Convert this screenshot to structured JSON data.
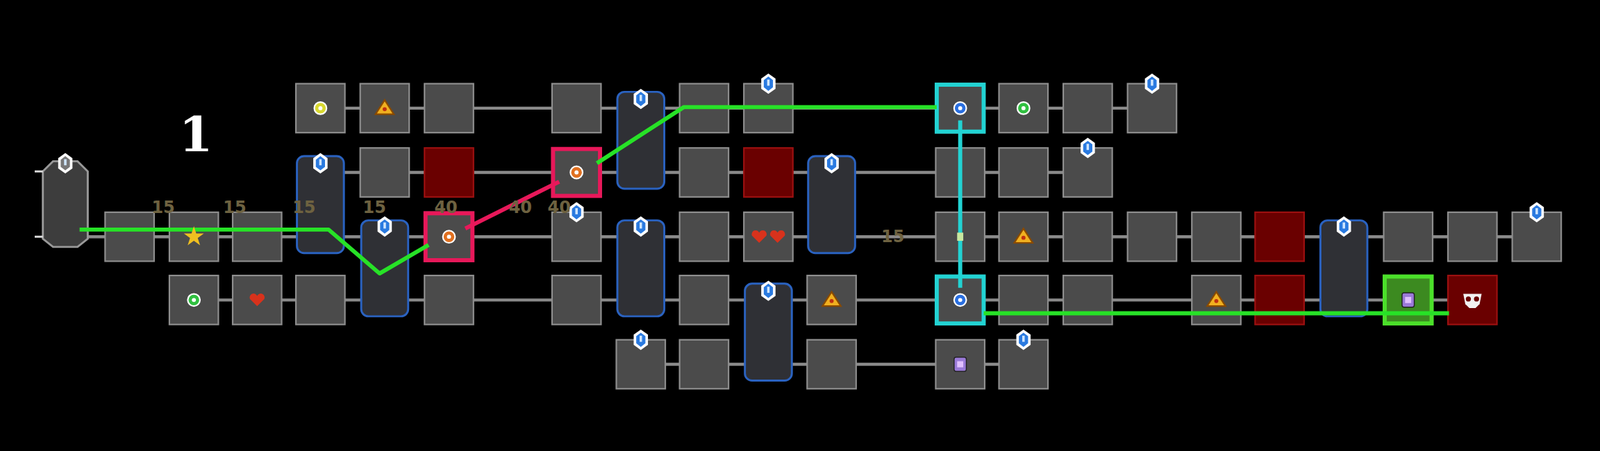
{
  "diagram": {
    "labels": [
      "1",
      "15",
      "15",
      "15",
      "15",
      "40",
      "40",
      "40",
      "15"
    ]
  }
}
